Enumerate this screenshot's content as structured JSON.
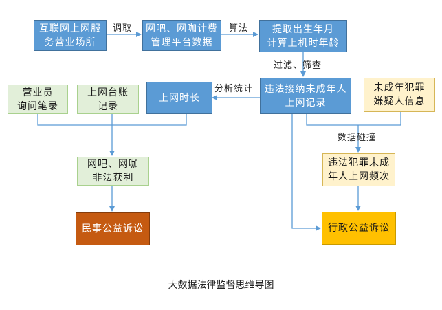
{
  "nodes": {
    "venue": "互联网上网服\n务营业场所",
    "platform": "网吧、网咖计费\n管理平台数据",
    "birth": "提取出生年月\n计算上机时年龄",
    "minor": "违法接纳未成年人\n上网记录",
    "suspect": "未成年犯罪\n嫌疑人信息",
    "clerk": "营业员\n询问笔录",
    "ledger": "上网台账\n记录",
    "duration": "上网时长",
    "profit": "网吧、网咖\n非法获利",
    "frequency": "违法犯罪未成\n年人上网频次",
    "civil": "民事公益诉讼",
    "admin": "行政公益诉讼"
  },
  "edges": {
    "retrieve": "调取",
    "algorithm": "算法",
    "filter": "过滤、筛查",
    "stats": "分析统计",
    "collide": "数据碰撞"
  },
  "caption": "大数据法律监督思维导图",
  "colors": {
    "blue": "#5b9bd5",
    "green": "#e2efd9",
    "yellow": "#fff2cc",
    "gold": "#ffc000",
    "brown": "#c55a11",
    "line": "#5b9bd5"
  }
}
